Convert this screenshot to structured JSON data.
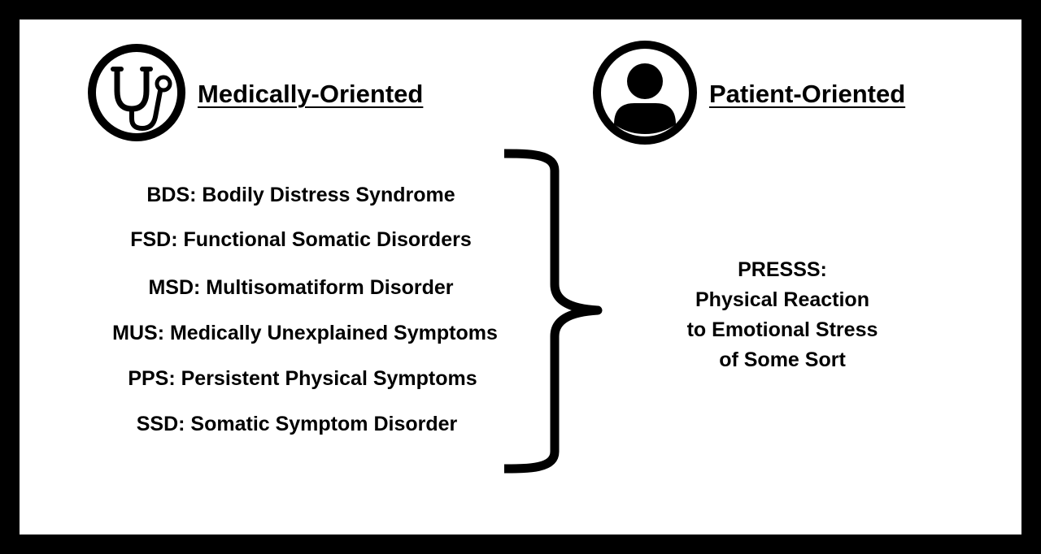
{
  "headings": {
    "left": "Medically-Oriented",
    "right": "Patient-Oriented"
  },
  "icons": {
    "left": "stethoscope-icon",
    "right": "person-icon"
  },
  "terms": [
    "BDS: Bodily Distress Syndrome",
    "FSD: Functional Somatic Disorders",
    "MSD: Multisomatiform Disorder",
    "MUS: Medically Unexplained Symptoms",
    "PPS: Persistent Physical Symptoms",
    "SSD: Somatic Symptom Disorder"
  ],
  "result": {
    "acronym": "PRESSS:",
    "lines": [
      "Physical Reaction",
      "to Emotional Stress",
      "of Some Sort"
    ]
  },
  "colors": {
    "frame": "#000000",
    "background": "#ffffff",
    "ink": "#000000"
  }
}
